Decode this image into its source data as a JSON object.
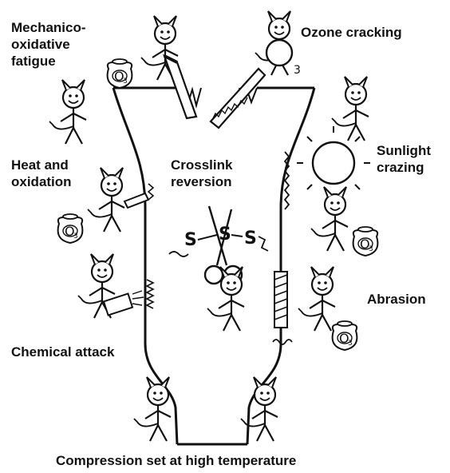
{
  "labels": {
    "mechanico": [
      "Mechanico-",
      "oxidative",
      "fatigue"
    ],
    "ozone": "Ozone cracking",
    "heat": [
      "Heat and",
      "oxidation"
    ],
    "crosslink": [
      "Crosslink",
      "reversion"
    ],
    "sunlight": [
      "Sunlight",
      "crazing"
    ],
    "abrasion": "Abrasion",
    "chemical": "Chemical attack",
    "compression": "Compression set at high temperature"
  },
  "jar_label": "O",
  "jar_subscript": "3",
  "bond_atoms": [
    "S",
    "S",
    "S"
  ],
  "ozone_devil_mark": "3",
  "icons": [
    "devil-figure",
    "ozone-jar",
    "sun-icon",
    "saw",
    "scissors",
    "knife",
    "file-rasp",
    "spray-can"
  ]
}
